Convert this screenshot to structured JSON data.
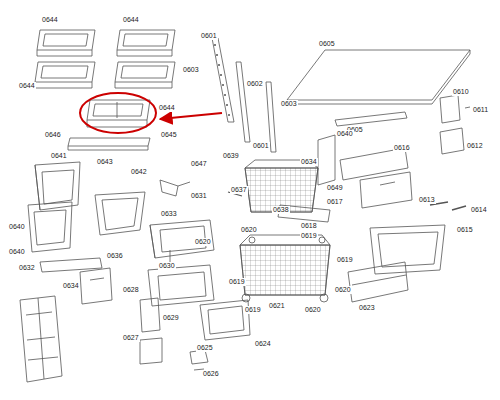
{
  "diagram": {
    "labels": [
      "0644",
      "0644",
      "0644",
      "0644",
      "0646",
      "0645",
      "0601",
      "0603",
      "0602",
      "0603",
      "0601",
      "0605",
      "0610",
      "0611",
      "0605",
      "0612",
      "0616",
      "0640",
      "0641",
      "0643",
      "0642",
      "0647",
      "0639",
      "0634",
      "0637",
      "0649",
      "0617",
      "0613",
      "0614",
      "0631",
      "0638",
      "0618",
      "0640",
      "0640",
      "0633",
      "0620",
      "0619",
      "0615",
      "0620",
      "0636",
      "0632",
      "0630",
      "0619",
      "0619",
      "0621",
      "0620",
      "0634",
      "0628",
      "0619",
      "0620",
      "0623",
      "0629",
      "0624",
      "0627",
      "0625",
      "0626"
    ]
  }
}
